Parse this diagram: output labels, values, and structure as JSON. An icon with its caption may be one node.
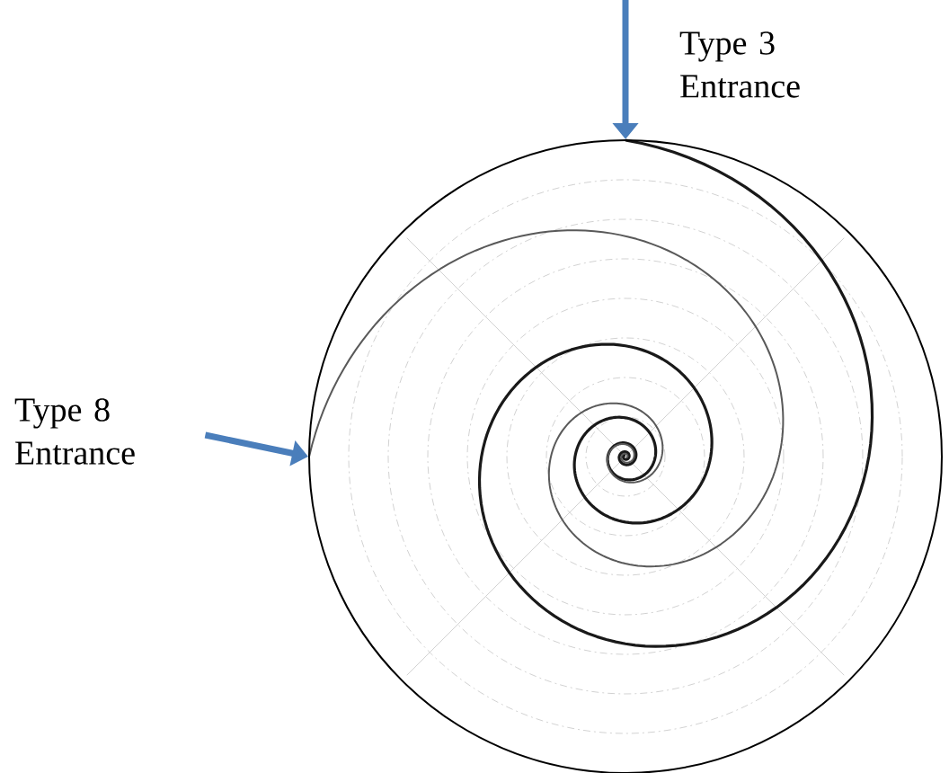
{
  "diagram": {
    "nodes": [
      {
        "text": [
          "Type 8 Entrance"
        ]
      },
      {
        "text": [],
        "shape": "circle"
      }
    ],
    "edges": [
      {
        "from": null,
        "to": 1,
        "arrow": "to"
      },
      {
        "from": 0,
        "to": 1,
        "arrow": "to"
      }
    ],
    "labels": [
      "Type 3 Entrance"
    ]
  }
}
